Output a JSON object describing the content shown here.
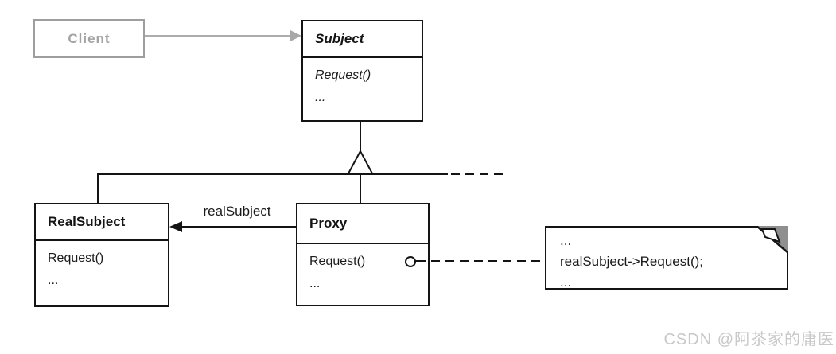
{
  "classes": {
    "client": {
      "name": "Client"
    },
    "subject": {
      "name": "Subject",
      "members": [
        "Request()",
        "..."
      ]
    },
    "realSubject": {
      "name": "RealSubject",
      "members": [
        "Request()",
        "..."
      ]
    },
    "proxy": {
      "name": "Proxy",
      "members": [
        "Request()",
        "..."
      ]
    }
  },
  "relations": {
    "proxyToRealSubjectLabel": "realSubject"
  },
  "note": {
    "line1": "...",
    "line2": "realSubject->Request();",
    "line3": "..."
  },
  "watermark": "CSDN @阿茶家的庸医",
  "colors": {
    "line": "#141414",
    "mutedGray": "#9e9e9e",
    "noteFold": "#8f8f8f",
    "watermark": "#c8c8c8"
  }
}
